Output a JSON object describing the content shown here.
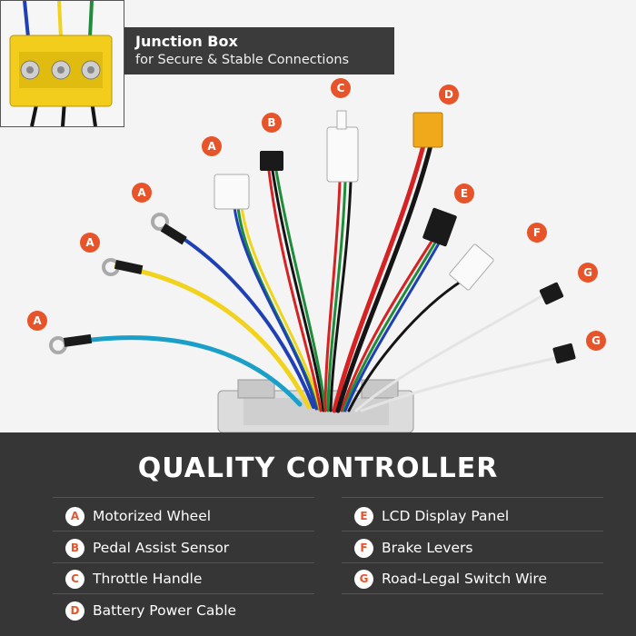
{
  "junction_box": {
    "title": "Junction Box",
    "subtitle": "for Secure & Stable Connections"
  },
  "diagram_labels": [
    "A",
    "A",
    "A",
    "A",
    "B",
    "C",
    "D",
    "E",
    "F",
    "G",
    "G"
  ],
  "panel": {
    "title": "QUALITY CONTROLLER",
    "items": [
      {
        "letter": "A",
        "label": "Motorized Wheel"
      },
      {
        "letter": "B",
        "label": "Pedal Assist Sensor"
      },
      {
        "letter": "C",
        "label": "Throttle Handle"
      },
      {
        "letter": "D",
        "label": "Battery Power Cable"
      },
      {
        "letter": "E",
        "label": "LCD Display Panel"
      },
      {
        "letter": "F",
        "label": "Brake Levers"
      },
      {
        "letter": "G",
        "label": "Road-Legal Switch Wire"
      }
    ]
  },
  "colors": {
    "accent": "#e8542a",
    "panel_bg": "#363636",
    "wire_yellow": "#f1d31d",
    "wire_blue": "#1f3fb5",
    "wire_cyan": "#1aa0c8",
    "wire_red": "#d62222",
    "wire_green": "#1f8c3a",
    "wire_black": "#151515"
  }
}
